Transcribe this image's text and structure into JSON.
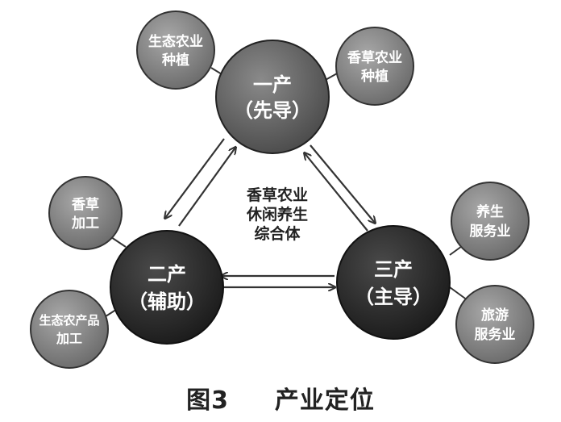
{
  "diagram": {
    "primary": {
      "line1": "一产",
      "line2": "（先导）"
    },
    "secondary": {
      "line1": "二产",
      "line2": "（辅助）"
    },
    "tertiary": {
      "line1": "三产",
      "line2": "（主导）"
    },
    "center_text": [
      "香草农业",
      "休闲养生",
      "综合体"
    ],
    "satellites": {
      "eco_farming": [
        "生态农业",
        "种植"
      ],
      "herb_farming": [
        "香草农业",
        "种植"
      ],
      "herb_processing": [
        "香草",
        "加工"
      ],
      "eco_product_processing": [
        "生态农产品",
        "加工"
      ],
      "wellness_service": [
        "养生",
        "服务业"
      ],
      "tourism_service": [
        "旅游",
        "服务业"
      ]
    }
  },
  "caption": {
    "number": "图3",
    "title": "产业定位"
  },
  "colors": {
    "primary_circle": "#6e6e6e",
    "secondary_circle": "#2e2e2e",
    "tertiary_circle": "#343434",
    "satellite_circle": "#8c8c8c",
    "text_on_dark": "#ffffff",
    "center_text": "#222222"
  }
}
